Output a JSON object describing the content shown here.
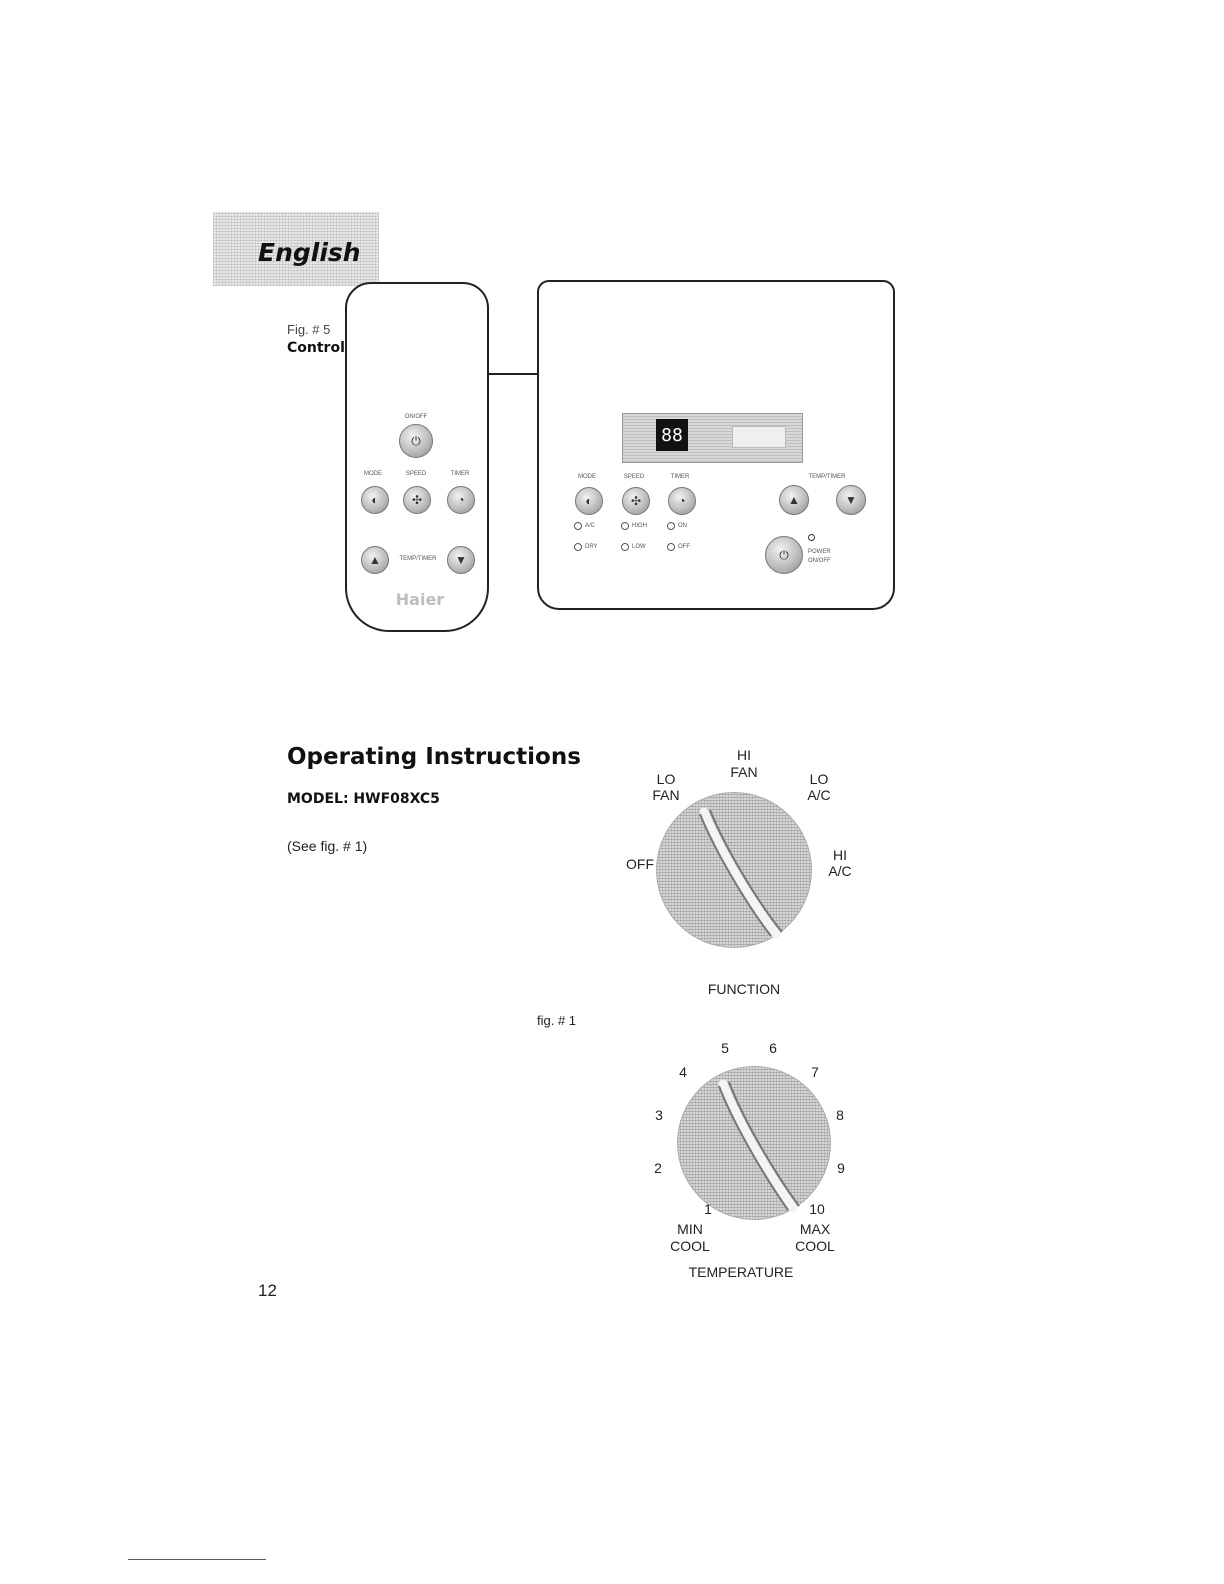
{
  "header": {
    "language_tab": "English"
  },
  "figure5": {
    "number": "Fig. # 5",
    "title": "Control Panel.",
    "remote": {
      "power_label": "ON/OFF",
      "mode_label": "MODE",
      "speed_label": "SPEED",
      "timer_label": "TIMER",
      "temp_label": "TEMP/TIMER",
      "brand": "Haier"
    },
    "panel": {
      "display_digits": "88",
      "mode_label": "MODE",
      "speed_label": "SPEED",
      "timer_label": "TIMER",
      "temp_label": "TEMP/TIMER",
      "leds_row1": [
        "A/C",
        "HIGH",
        "ON"
      ],
      "leds_row2": [
        "DRY",
        "LOW",
        "OFF"
      ],
      "power_label_1": "POWER",
      "power_label_2": "ON/OFF"
    }
  },
  "instructions": {
    "title": "Operating Instructions",
    "model": "MODEL: HWF08XC5",
    "see_fig": "(See fig. # 1)",
    "fig_ref": "fig. # 1"
  },
  "function_dial": {
    "label": "FUNCTION",
    "positions": {
      "off": "OFF",
      "lo_fan": [
        "LO",
        "FAN"
      ],
      "hi_fan": [
        "HI",
        "FAN"
      ],
      "lo_ac": [
        "LO",
        "A/C"
      ],
      "hi_ac": [
        "HI",
        "A/C"
      ]
    }
  },
  "temperature_dial": {
    "label": "TEMPERATURE",
    "numbers": [
      "1",
      "2",
      "3",
      "4",
      "5",
      "6",
      "7",
      "8",
      "9",
      "10"
    ],
    "min": [
      "MIN",
      "COOL"
    ],
    "max": [
      "MAX",
      "COOL"
    ]
  },
  "footer": {
    "page_number": "12"
  }
}
